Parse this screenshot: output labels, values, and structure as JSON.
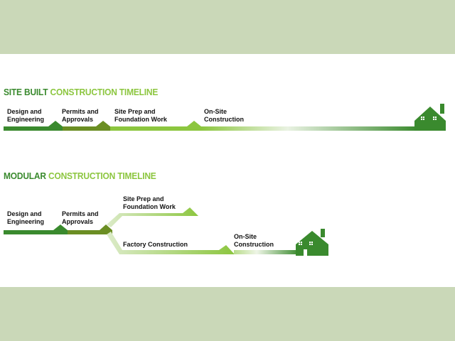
{
  "colors": {
    "band": "#cad8b8",
    "dark_green": "#3a8a2e",
    "olive_green": "#6b8e23",
    "light_green": "#8cc63f",
    "fade": "#e9f2e2"
  },
  "icons": {
    "house": "house-icon"
  },
  "site_built": {
    "title_part1": "SITE BUILT",
    "title_part2": "CONSTRUCTION TIMELINE",
    "stages": [
      {
        "label": "Design and\nEngineering"
      },
      {
        "label": "Permits and\nApprovals"
      },
      {
        "label": "Site Prep and\nFoundation Work"
      },
      {
        "label": "On-Site\nConstruction"
      }
    ]
  },
  "modular": {
    "title_part1": "MODULAR",
    "title_part2": "CONSTRUCTION TIMELINE",
    "stages": [
      {
        "label": "Design and\nEngineering"
      },
      {
        "label": "Permits and\nApprovals"
      },
      {
        "label": "Site Prep and\nFoundation Work"
      },
      {
        "label": "Factory Construction"
      },
      {
        "label": "On-Site\nConstruction"
      }
    ]
  }
}
